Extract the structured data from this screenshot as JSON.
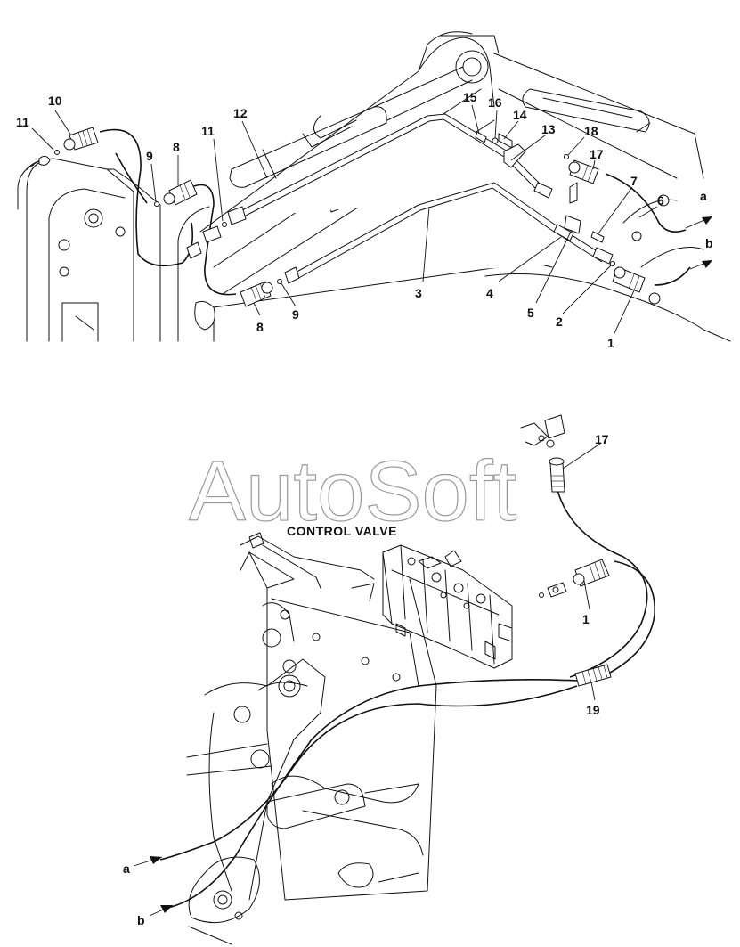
{
  "top_view": {
    "callouts": [
      {
        "id": "c10",
        "label": "10"
      },
      {
        "id": "c11a",
        "label": "11"
      },
      {
        "id": "c9a",
        "label": "9"
      },
      {
        "id": "c8a",
        "label": "8"
      },
      {
        "id": "c11b",
        "label": "11"
      },
      {
        "id": "c12",
        "label": "12"
      },
      {
        "id": "c15",
        "label": "15"
      },
      {
        "id": "c16",
        "label": "16"
      },
      {
        "id": "c14",
        "label": "14"
      },
      {
        "id": "c13",
        "label": "13"
      },
      {
        "id": "c18",
        "label": "18"
      },
      {
        "id": "c17a",
        "label": "17"
      },
      {
        "id": "c7",
        "label": "7"
      },
      {
        "id": "c6",
        "label": "6"
      },
      {
        "id": "ca_top",
        "label": "a"
      },
      {
        "id": "cb_top",
        "label": "b"
      },
      {
        "id": "c3",
        "label": "3"
      },
      {
        "id": "c4",
        "label": "4"
      },
      {
        "id": "c5",
        "label": "5"
      },
      {
        "id": "c2",
        "label": "2"
      },
      {
        "id": "c1a",
        "label": "1"
      },
      {
        "id": "c8b",
        "label": "8"
      },
      {
        "id": "c9b",
        "label": "9"
      }
    ]
  },
  "bottom_view": {
    "caption": "CONTROL VALVE",
    "callouts": [
      {
        "id": "c17b",
        "label": "17"
      },
      {
        "id": "c1b",
        "label": "1"
      },
      {
        "id": "c19",
        "label": "19"
      },
      {
        "id": "ca_bot",
        "label": "a"
      },
      {
        "id": "cb_bot",
        "label": "b"
      }
    ]
  },
  "watermark": "AutoSoft"
}
